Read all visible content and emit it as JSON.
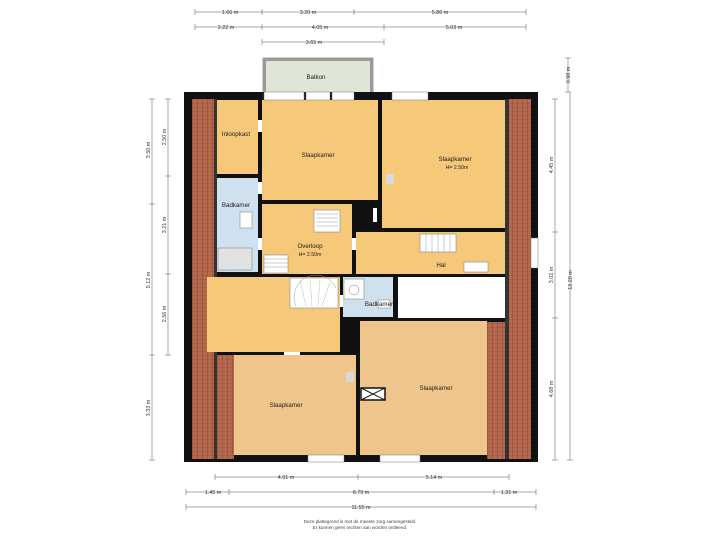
{
  "top_dimensions": {
    "row1": [
      "1.66 m",
      "3.20 m",
      "5.86 m"
    ],
    "row2": [
      "2.22 m",
      "4.05 m",
      "5.03 m"
    ],
    "row3": [
      "3.65 m"
    ]
  },
  "bottom_dimensions": {
    "row1": [
      "4.91 m",
      "5.14 m"
    ],
    "row2": [
      "1.45 m",
      "8.79 m",
      "1.31 m"
    ],
    "row3": [
      "11.55 m"
    ]
  },
  "left_dimensions": {
    "outer": [
      "3.50 m",
      "5.12 m",
      "3.33 m"
    ],
    "inner": [
      "2.50 m",
      "3.21 m",
      "2.56 m"
    ]
  },
  "right_dimensions": {
    "top": "0.98 m",
    "inner": [
      "4.45 m",
      "3.02 m",
      "4.68 m"
    ],
    "outer": "12.20 m"
  },
  "rooms": {
    "balcony": "Balkon",
    "walkin": "Inloopkast",
    "bedroom_top_left": "Slaapkamer",
    "bedroom_top_right": "Slaapkamer",
    "bedroom_top_right_height": "H= 2.50m",
    "bathroom_left": "Badkamer",
    "landing": "Overloop",
    "landing_height": "H= 2.50m",
    "hall": "Hal",
    "bathroom_small": "Badkamer",
    "bedroom_bottom_left": "Slaapkamer",
    "bedroom_bottom_right": "Slaapkamer"
  },
  "footer": {
    "line1": "Deze plattegrond is met de meeste zorg samengesteld.",
    "line2": "Er kunnen geen rechten aan worden ontleend."
  },
  "colors": {
    "room_fill": "#f6c87a",
    "bedroom_fill": "#eec58a",
    "bathroom_fill": "#cfe0ee",
    "roof_tile": "#b5694e",
    "wall": "#111111",
    "balcony_fill": "#dfe6d6"
  }
}
